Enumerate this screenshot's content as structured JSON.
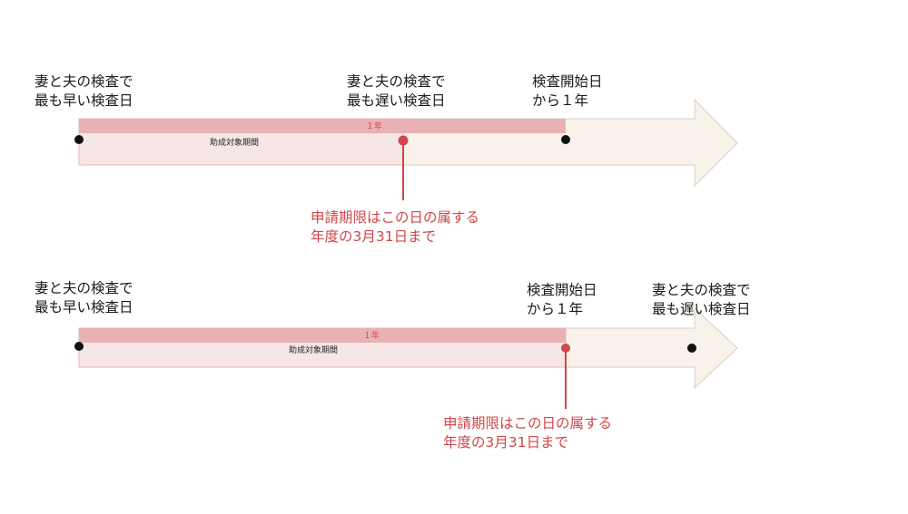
{
  "colors": {
    "arrow_fill": "#f8f2ea",
    "arrow_stroke": "#d7cfc6",
    "period_bar": "#e8b2b4",
    "subsidy_fill": "#f7e6e6",
    "subsidy_stroke": "#e7b7b8",
    "deadline_red": "#d0474a",
    "dot": "#111111"
  },
  "diagram_1": {
    "label_earliest": [
      "妻と夫の検査で",
      "最も早い検査日"
    ],
    "label_latest": [
      "妻と夫の検査で",
      "最も遅い検査日"
    ],
    "label_one_year": [
      "検査開始日",
      "から１年"
    ],
    "bar_label": "１年",
    "subsidy_label": "助成対象期間",
    "deadline_note": [
      "申請期限はこの日の属する",
      "年度の3月31日まで"
    ]
  },
  "diagram_2": {
    "label_earliest": [
      "妻と夫の検査で",
      "最も早い検査日"
    ],
    "label_one_year": [
      "検査開始日",
      "から１年"
    ],
    "label_latest": [
      "妻と夫の検査で",
      "最も遅い検査日"
    ],
    "bar_label": "１年",
    "subsidy_label": "助成対象期間",
    "deadline_note": [
      "申請期限はこの日の属する",
      "年度の3月31日まで"
    ]
  }
}
